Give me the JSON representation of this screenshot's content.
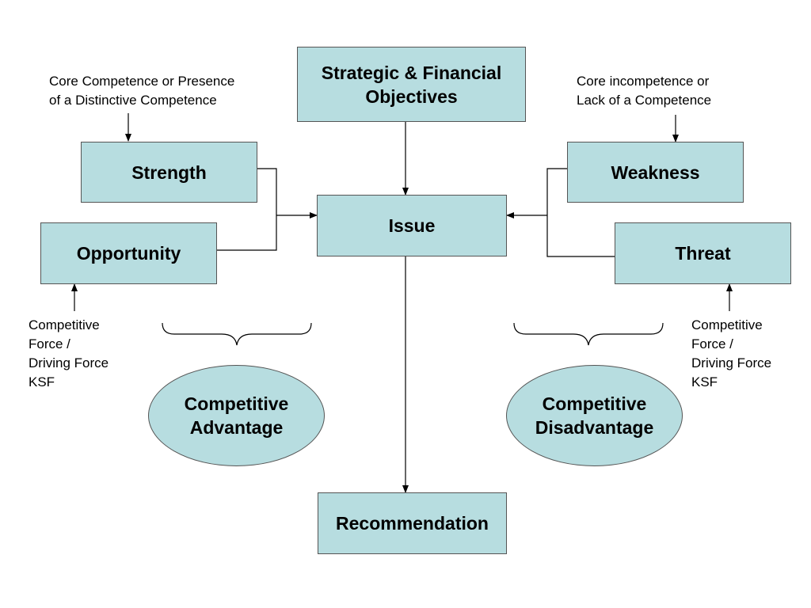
{
  "colors": {
    "box_fill": "#b7dde0",
    "box_border": "#555555",
    "line": "#000000"
  },
  "nodes": {
    "objectives": "Strategic & Financial Objectives",
    "strength": "Strength",
    "opportunity": "Opportunity",
    "issue": "Issue",
    "weakness": "Weakness",
    "threat": "Threat",
    "recommendation": "Recommendation"
  },
  "ellipses": {
    "advantage": [
      "Competitive",
      "Advantage"
    ],
    "disadvantage": [
      "Competitive",
      "Disadvantage"
    ]
  },
  "notes": {
    "core_competence": [
      "Core Competence or Presence",
      "of a Distinctive Competence"
    ],
    "core_incompetence": [
      "Core incompetence or",
      "Lack of a Competence"
    ],
    "left_forces": [
      "Competitive",
      "Force /",
      "Driving Force",
      "KSF"
    ],
    "right_forces": [
      "Competitive",
      "Force /",
      "Driving Force",
      "KSF"
    ]
  }
}
